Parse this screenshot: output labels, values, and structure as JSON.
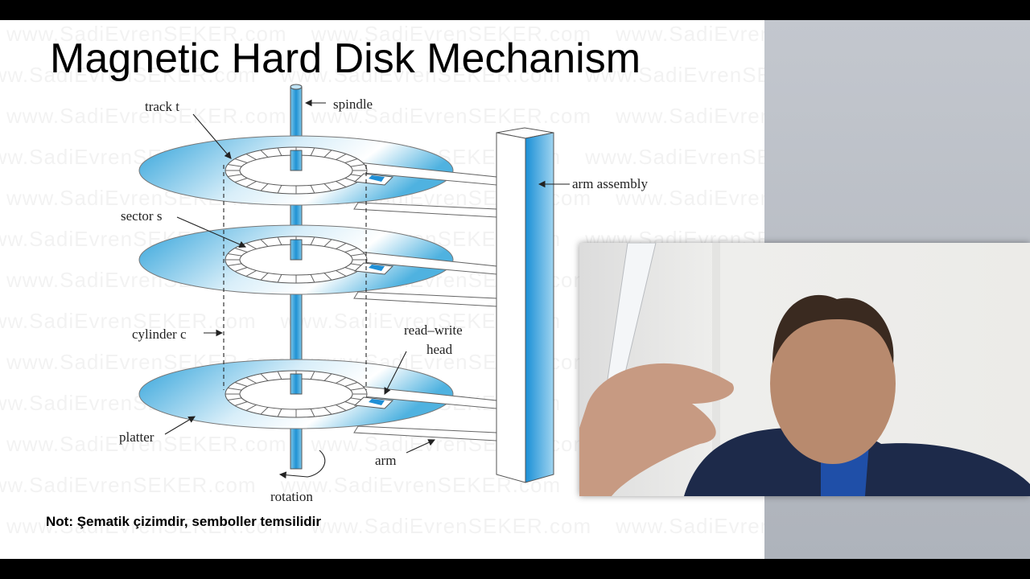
{
  "slide": {
    "title": "Magnetic Hard Disk Mechanism",
    "note": "Not: Şematik çizimdir, semboller temsilidir",
    "watermark": "www.SadiEvrenSEKER.com"
  },
  "diagram": {
    "labels": {
      "spindle": "spindle",
      "track": "track t",
      "sector": "sector s",
      "cylinder": "cylinder c",
      "read_write_1": "read–write",
      "read_write_2": "head",
      "platter": "platter",
      "arm": "arm",
      "arm_assembly": "arm assembly",
      "rotation": "rotation"
    },
    "colors": {
      "platter": "#3aa7dc",
      "spindle": "#2e9fd8",
      "head": "#1f8fd6"
    }
  },
  "webcam": {
    "description_icon": "presenter-video-feed"
  }
}
